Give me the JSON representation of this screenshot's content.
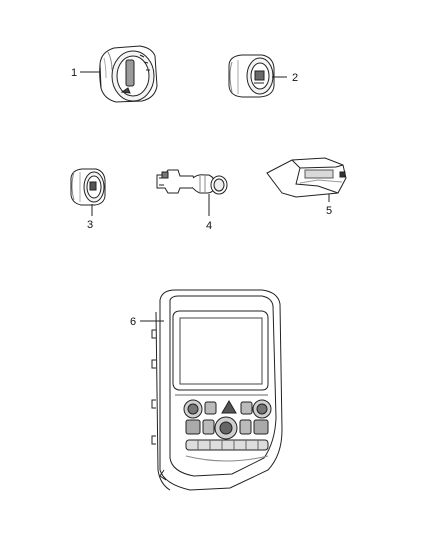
{
  "callouts": {
    "c1": "1",
    "c2": "2",
    "c3": "3",
    "c4": "4",
    "c5": "5",
    "c6": "6"
  },
  "icons": {
    "part1": "headlamp-switch-icon",
    "part2": "push-button-switch-icon",
    "part3": "push-button-switch-icon",
    "part4": "connector-plug-icon",
    "part5": "switch-bezel-icon",
    "part6": "radio-control-panel-icon"
  },
  "colors": {
    "line": "#222222",
    "shade": "#bdbdbd",
    "background": "#ffffff"
  }
}
